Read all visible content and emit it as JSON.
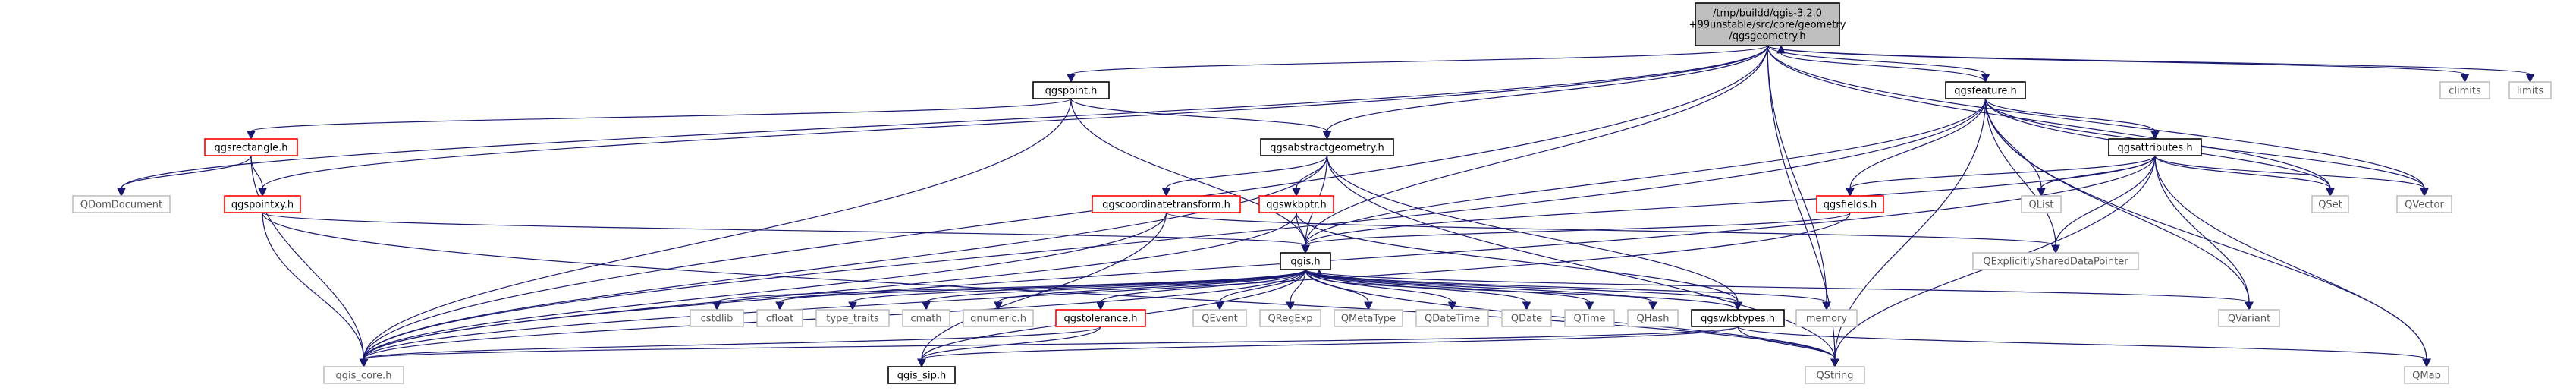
{
  "graph": {
    "colors": {
      "edge": "#191970",
      "focus_fill": "#bfbfbf",
      "documented_border": "#000000",
      "undocumented_border": "#bfbfbf",
      "incomplete_border": "#ff0000",
      "external_text": "#555555"
    },
    "nodes": [
      {
        "id": "qgsgeometry",
        "lines": [
          "/tmp/buildd/qgis-3.2.0",
          "+99unstable/src/core/geometry",
          "/qgsgeometry.h"
        ],
        "kind": "focus"
      },
      {
        "id": "qgspoint",
        "lines": [
          "qgspoint.h"
        ],
        "kind": "documented"
      },
      {
        "id": "qgsfeature",
        "lines": [
          "qgsfeature.h"
        ],
        "kind": "documented"
      },
      {
        "id": "climits",
        "lines": [
          "climits"
        ],
        "kind": "external"
      },
      {
        "id": "limits",
        "lines": [
          "limits"
        ],
        "kind": "external"
      },
      {
        "id": "qgsrectangle",
        "lines": [
          "qgsrectangle.h"
        ],
        "kind": "incomplete"
      },
      {
        "id": "qgsabstractgeometry",
        "lines": [
          "qgsabstractgeometry.h"
        ],
        "kind": "documented"
      },
      {
        "id": "qgsattributes",
        "lines": [
          "qgsattributes.h"
        ],
        "kind": "documented"
      },
      {
        "id": "qdomdocument",
        "lines": [
          "QDomDocument"
        ],
        "kind": "external"
      },
      {
        "id": "qgspointxy",
        "lines": [
          "qgspointxy.h"
        ],
        "kind": "incomplete"
      },
      {
        "id": "qgscoordinatetransform",
        "lines": [
          "qgscoordinatetransform.h"
        ],
        "kind": "incomplete"
      },
      {
        "id": "qgswkbptr",
        "lines": [
          "qgswkbptr.h"
        ],
        "kind": "incomplete"
      },
      {
        "id": "qgsfields",
        "lines": [
          "qgsfields.h"
        ],
        "kind": "incomplete"
      },
      {
        "id": "qlist",
        "lines": [
          "QList"
        ],
        "kind": "external"
      },
      {
        "id": "qset",
        "lines": [
          "QSet"
        ],
        "kind": "external"
      },
      {
        "id": "qvector",
        "lines": [
          "QVector"
        ],
        "kind": "external"
      },
      {
        "id": "qexplicitly",
        "lines": [
          "QExplicitlySharedDataPointer"
        ],
        "kind": "external"
      },
      {
        "id": "qgis",
        "lines": [
          "qgis.h"
        ],
        "kind": "documented"
      },
      {
        "id": "cstdlib",
        "lines": [
          "cstdlib"
        ],
        "kind": "external"
      },
      {
        "id": "cfloat",
        "lines": [
          "cfloat"
        ],
        "kind": "external"
      },
      {
        "id": "type_traits",
        "lines": [
          "type_traits"
        ],
        "kind": "external"
      },
      {
        "id": "cmath",
        "lines": [
          "cmath"
        ],
        "kind": "external"
      },
      {
        "id": "qnumeric",
        "lines": [
          "qnumeric.h"
        ],
        "kind": "external"
      },
      {
        "id": "qgstolerance",
        "lines": [
          "qgstolerance.h"
        ],
        "kind": "incomplete"
      },
      {
        "id": "qevent",
        "lines": [
          "QEvent"
        ],
        "kind": "external"
      },
      {
        "id": "qregexp",
        "lines": [
          "QRegExp"
        ],
        "kind": "external"
      },
      {
        "id": "qmetatype",
        "lines": [
          "QMetaType"
        ],
        "kind": "external"
      },
      {
        "id": "qdatetime",
        "lines": [
          "QDateTime"
        ],
        "kind": "external"
      },
      {
        "id": "qdate",
        "lines": [
          "QDate"
        ],
        "kind": "external"
      },
      {
        "id": "qtime",
        "lines": [
          "QTime"
        ],
        "kind": "external"
      },
      {
        "id": "qhash",
        "lines": [
          "QHash"
        ],
        "kind": "external"
      },
      {
        "id": "qgswkbtypes",
        "lines": [
          "qgswkbtypes.h"
        ],
        "kind": "documented"
      },
      {
        "id": "memory",
        "lines": [
          "memory"
        ],
        "kind": "external"
      },
      {
        "id": "qvariant",
        "lines": [
          "QVariant"
        ],
        "kind": "external"
      },
      {
        "id": "qmap",
        "lines": [
          "QMap"
        ],
        "kind": "external"
      },
      {
        "id": "qgis_core",
        "lines": [
          "qgis_core.h"
        ],
        "kind": "external"
      },
      {
        "id": "qgis_sip",
        "lines": [
          "qgis_sip.h"
        ],
        "kind": "documented"
      },
      {
        "id": "qstring",
        "lines": [
          "QString"
        ],
        "kind": "external"
      }
    ],
    "edges": [
      [
        "qgsgeometry",
        "qgspoint"
      ],
      [
        "qgsgeometry",
        "qgsfeature"
      ],
      [
        "qgsgeometry",
        "climits"
      ],
      [
        "qgsgeometry",
        "limits"
      ],
      [
        "qgsgeometry",
        "qdomdocument"
      ],
      [
        "qgsgeometry",
        "qgspointxy"
      ],
      [
        "qgsgeometry",
        "qgsabstractgeometry"
      ],
      [
        "qgsgeometry",
        "qgis"
      ],
      [
        "qgsgeometry",
        "memory"
      ],
      [
        "qgsgeometry",
        "qstring"
      ],
      [
        "qgsgeometry",
        "qvector"
      ],
      [
        "qgsgeometry",
        "qset"
      ],
      [
        "qgsgeometry",
        "qgis_core"
      ],
      [
        "qgspoint",
        "qgsrectangle"
      ],
      [
        "qgspoint",
        "qgsabstractgeometry"
      ],
      [
        "qgspoint",
        "qgis"
      ],
      [
        "qgspoint",
        "qgis_core"
      ],
      [
        "qgsrectangle",
        "qdomdocument"
      ],
      [
        "qgsrectangle",
        "qgspointxy"
      ],
      [
        "qgsrectangle",
        "qgis_core"
      ],
      [
        "qgspointxy",
        "qgis"
      ],
      [
        "qgspointxy",
        "qgis_core"
      ],
      [
        "qgspointxy",
        "qstring"
      ],
      [
        "qgsabstractgeometry",
        "qgscoordinatetransform"
      ],
      [
        "qgsabstractgeometry",
        "qgswkbptr"
      ],
      [
        "qgsabstractgeometry",
        "qgis"
      ],
      [
        "qgsabstractgeometry",
        "qgswkbtypes"
      ],
      [
        "qgsabstractgeometry",
        "qstring"
      ],
      [
        "qgsabstractgeometry",
        "qgis_core"
      ],
      [
        "qgscoordinatetransform",
        "qexplicitly"
      ],
      [
        "qgscoordinatetransform",
        "qgis_core"
      ],
      [
        "qgscoordinatetransform",
        "qgis_sip"
      ],
      [
        "qgswkbptr",
        "qgis"
      ],
      [
        "qgswkbptr",
        "qgswkbtypes"
      ],
      [
        "qgswkbptr",
        "qgis_core"
      ],
      [
        "qgsfeature",
        "qgsgeometry"
      ],
      [
        "qgsfeature",
        "qgsattributes"
      ],
      [
        "qgsfeature",
        "qgsfields"
      ],
      [
        "qgsfeature",
        "qlist"
      ],
      [
        "qgsfeature",
        "qset"
      ],
      [
        "qgsfeature",
        "qvector"
      ],
      [
        "qgsfeature",
        "qexplicitly"
      ],
      [
        "qgsfeature",
        "qvariant"
      ],
      [
        "qgsfeature",
        "qmap"
      ],
      [
        "qgsfeature",
        "qgis"
      ],
      [
        "qgsfeature",
        "qgis_core"
      ],
      [
        "qgsfeature",
        "qstring"
      ],
      [
        "qgsattributes",
        "qgsfields"
      ],
      [
        "qgsattributes",
        "qlist"
      ],
      [
        "qgsattributes",
        "qset"
      ],
      [
        "qgsattributes",
        "qvector"
      ],
      [
        "qgsattributes",
        "qexplicitly"
      ],
      [
        "qgsattributes",
        "qvariant"
      ],
      [
        "qgsattributes",
        "qmap"
      ],
      [
        "qgsattributes",
        "qgis"
      ],
      [
        "qgsattributes",
        "qgis_core"
      ],
      [
        "qgsattributes",
        "qstring"
      ],
      [
        "qgsfields",
        "qgis"
      ],
      [
        "qgsfields",
        "qgis_core"
      ],
      [
        "qgis",
        "cstdlib"
      ],
      [
        "qgis",
        "cfloat"
      ],
      [
        "qgis",
        "type_traits"
      ],
      [
        "qgis",
        "cmath"
      ],
      [
        "qgis",
        "qnumeric"
      ],
      [
        "qgis",
        "qgstolerance"
      ],
      [
        "qgis",
        "qevent"
      ],
      [
        "qgis",
        "qregexp"
      ],
      [
        "qgis",
        "qmetatype"
      ],
      [
        "qgis",
        "qdatetime"
      ],
      [
        "qgis",
        "qdate"
      ],
      [
        "qgis",
        "qtime"
      ],
      [
        "qgis",
        "qhash"
      ],
      [
        "qgis",
        "qgswkbtypes"
      ],
      [
        "qgis",
        "memory"
      ],
      [
        "qgis",
        "qvariant"
      ],
      [
        "qgis",
        "qgis_core"
      ],
      [
        "qgis",
        "qgis_sip"
      ],
      [
        "qgis",
        "qstring"
      ],
      [
        "qgstolerance",
        "qgis_core"
      ],
      [
        "qgstolerance",
        "qgis_sip"
      ],
      [
        "qgswkbtypes",
        "qgis"
      ],
      [
        "qgswkbtypes",
        "qstring"
      ],
      [
        "qgswkbtypes",
        "qmap"
      ],
      [
        "qgswkbtypes",
        "qgis_core"
      ],
      [
        "qgswkbtypes",
        "qgis_sip"
      ]
    ]
  }
}
